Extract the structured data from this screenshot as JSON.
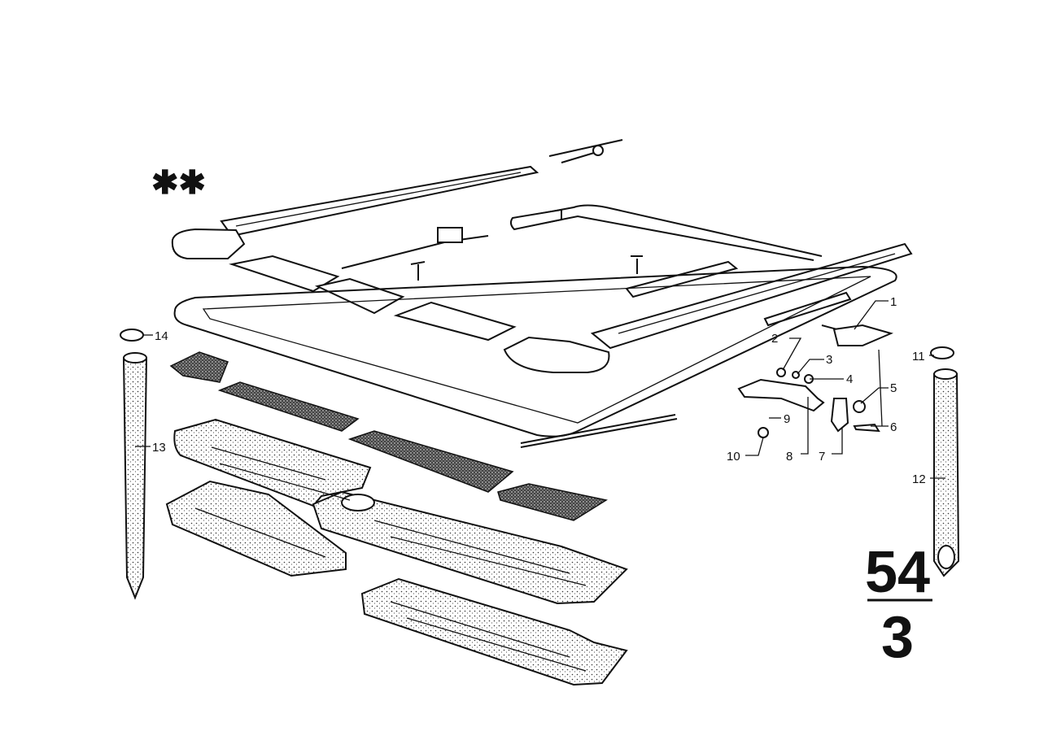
{
  "diagram": {
    "group_number": "54",
    "sub_number": "3",
    "stars": "✱✱",
    "callouts": [
      "1",
      "2",
      "3",
      "4",
      "5",
      "6",
      "7",
      "8",
      "9",
      "10",
      "11",
      "12",
      "13",
      "14"
    ]
  }
}
